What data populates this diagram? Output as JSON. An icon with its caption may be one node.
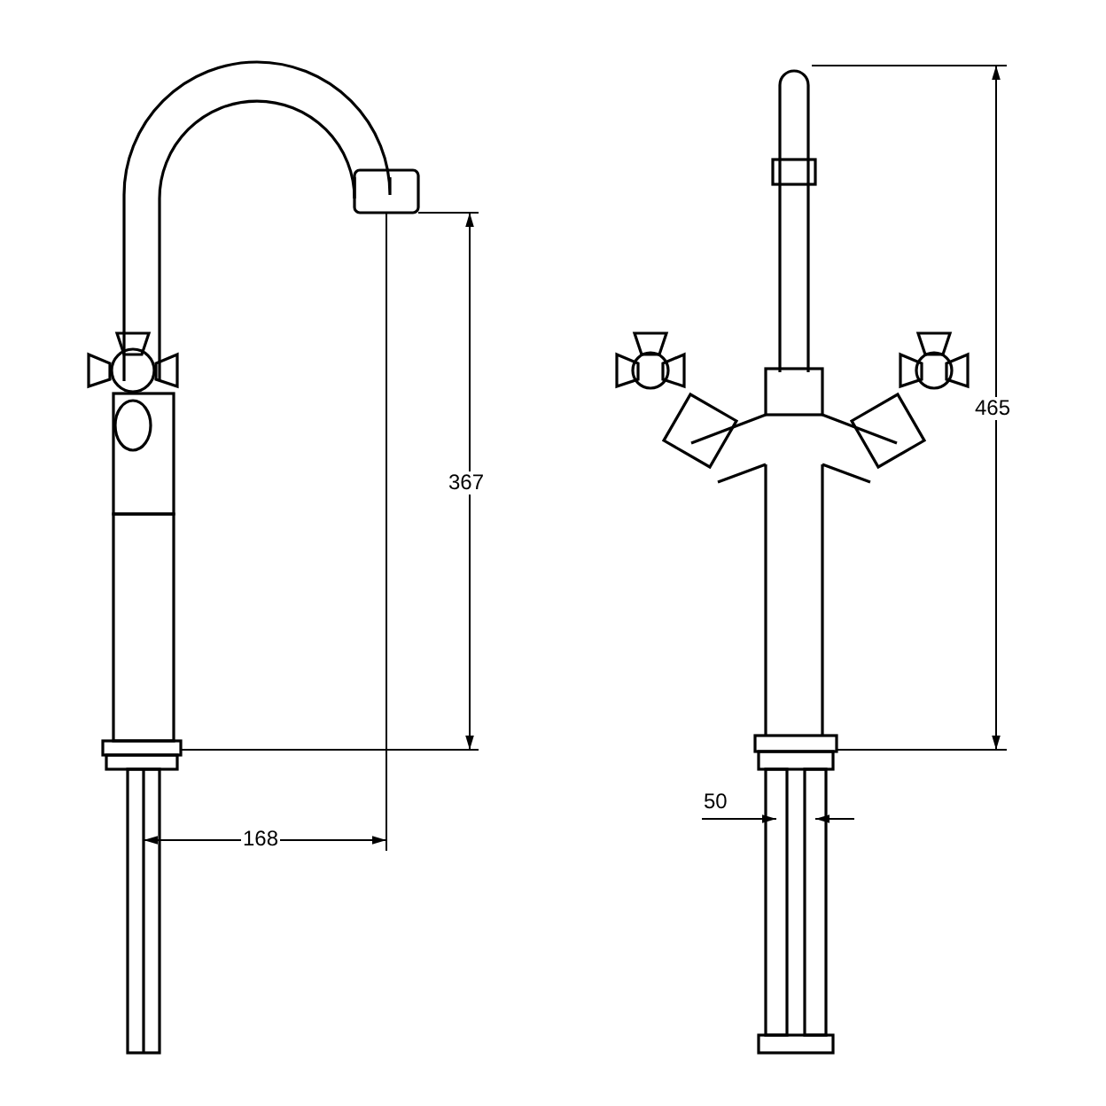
{
  "diagram": {
    "labels": [
      "465",
      "367",
      "50",
      "168"
    ]
  }
}
